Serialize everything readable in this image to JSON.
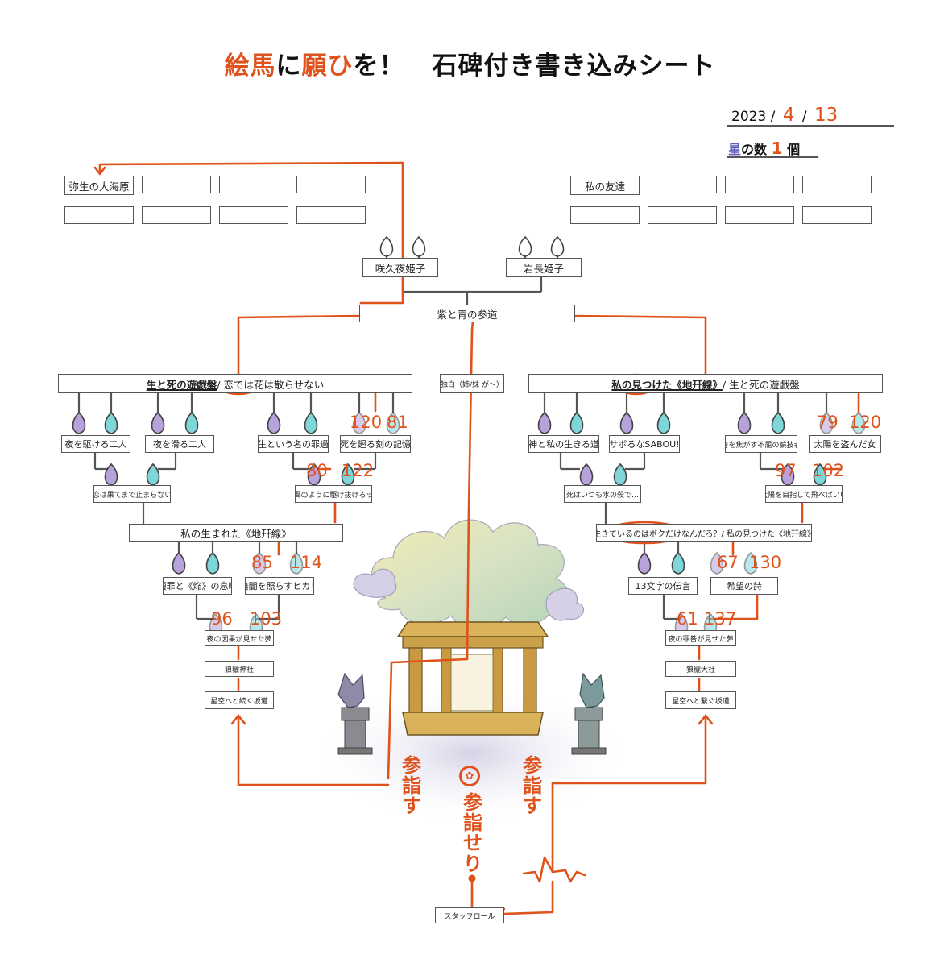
{
  "title": {
    "part1": "絵馬",
    "part2": "に",
    "part3": "願ひ",
    "part4": "を！",
    "part5": "石碑付き書き込みシート"
  },
  "date": {
    "year": "2023 /",
    "month": "4",
    "sep": "/",
    "day": "13"
  },
  "stars": {
    "star_char": "星",
    "rest": "の数",
    "count": "1",
    "unit": "個"
  },
  "top_left": {
    "first": "弥生の大海原"
  },
  "top_right": {
    "first": "私の友達"
  },
  "hime_left": "咲久夜姫子",
  "hime_right": "岩長姫子",
  "final_match": "紫と青の参道",
  "center_entry": "独白（姉/妹 が〜）",
  "left_block": {
    "header_a": "生と死の遊戯盤",
    "header_b": " / 恋では花は散らせない",
    "r1": [
      "夜を駆ける二人",
      "夜を滑る二人",
      "生という名の罪過",
      "死を廻る刻の記憶"
    ],
    "r2": [
      "恋は果てまで止まらない",
      "西風のように駆け抜けろッ！"
    ],
    "r3": "私の生まれた《地幵線》",
    "r4": [
      "贖罪と《焔》の息吹",
      "暗闇を照らすヒカリ"
    ],
    "r5": "夜の因果が見せた夢",
    "r6": "狼穲神社",
    "r7": "星空へと続く坂道",
    "scores": {
      "s1": "120",
      "s2": "81",
      "s3": "80",
      "s4": "122",
      "s5": "85",
      "s6": "114",
      "s7": "96",
      "s8": "103"
    }
  },
  "right_block": {
    "header_a": "私の見つけた《地幵線》",
    "header_b": " / 生と死の遊戯盤",
    "r1": [
      "神と私の生きる道",
      "サボるなSABOU!",
      "身を焦がす不屈の競技者",
      "太陽を盗んだ女"
    ],
    "r2": [
      "死はいつも水の殺で…",
      "太陽を目指して飛べばいい"
    ],
    "r3_a": "生きているのはボクだけなんだろ？",
    "r3_b": " / 私の見つけた《地幵線》",
    "r4": [
      "13文字の伝言",
      "希望の詩"
    ],
    "r5": "夜の罪咎が見せた夢",
    "r6": "狼穲大社",
    "r7": "星空へと繋ぐ坂道",
    "scores": {
      "s1": "79",
      "s2": "120",
      "s3": "97",
      "s4": "102",
      "s5": "67",
      "s6": "130",
      "s7": "61",
      "s8": "137"
    }
  },
  "bottom": {
    "sando_left": "参詣す",
    "sando_center": "参詣せり",
    "sando_right": "参詣す",
    "staff": "スタッフロール"
  },
  "colors": {
    "accent": "#e0521c",
    "purple": "#b7a2dc",
    "cyan": "#7fd6d8",
    "box_border": "#555555"
  }
}
